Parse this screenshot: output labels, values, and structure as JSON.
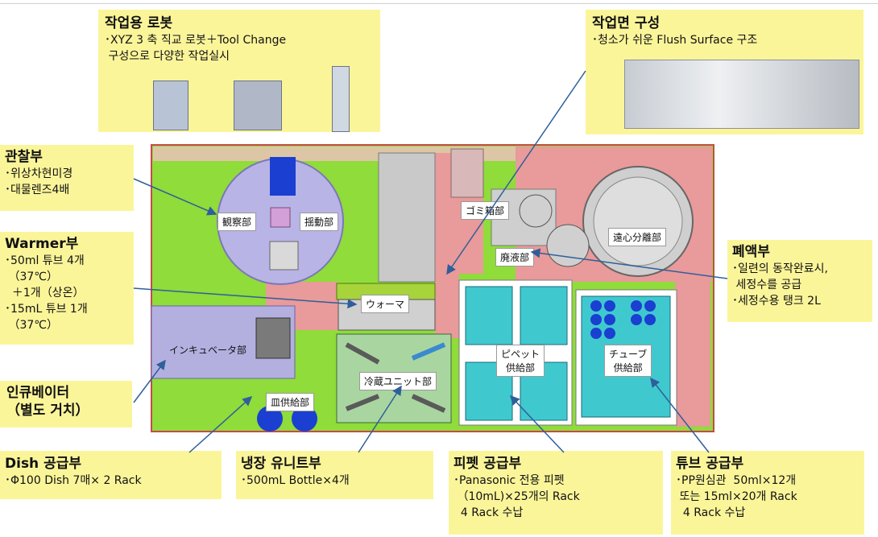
{
  "callouts": {
    "robot": {
      "title": "작업용 로봇",
      "body": "･XYZ 3 축 직교 로봇＋Tool Change\n 구성으로 다양한 작업실시"
    },
    "surface": {
      "title": "작업면 구성",
      "body": "･청소가 쉬운 Flush Surface 구조"
    },
    "observe": {
      "title": "관찰부",
      "body": "･위상차현미경\n･대물렌즈4배"
    },
    "warmer": {
      "title": "Warmer부",
      "body": "･50ml 튜브 4개\n （37℃）\n  ＋1개（상온）\n･15mL 튜브 1개\n （37℃）"
    },
    "incubator": {
      "title": "인큐베이터\n（별도 거치）"
    },
    "waste": {
      "title": "폐액부",
      "body": "･일련의 동작완료시,\n 세정수를 공급\n･세정수용 탱크 2L"
    },
    "dish": {
      "title": "Dish 공급부",
      "body": "･Φ100 Dish 7매× 2 Rack"
    },
    "fridge": {
      "title": "냉장 유니트부",
      "body": "･500mL Bottle×4개"
    },
    "pipette": {
      "title": "피펫 공급부",
      "body": "･Panasonic 전용 피펫\n （10mL)×25개의 Rack\n  4 Rack 수납"
    },
    "tube": {
      "title": "튜브 공급부",
      "body": "･PP원심관  50ml×12개\n 또는 15ml×20개 Rack\n  4 Rack 수납"
    }
  },
  "labels": {
    "observe": "観察部",
    "shake": "揺動部",
    "trash": "ゴミ箱部",
    "waste": "廃液部",
    "centrifuge": "遠心分離部",
    "warmer": "ウォーマ",
    "incubator": "インキュベータ部",
    "fridge": "冷蔵ユニット部",
    "dish": "皿供給部",
    "pipette": "ピペット\n供給部",
    "tube": "チューブ\n供給部"
  },
  "colors": {
    "callout_bg": "#fbf59a",
    "green": "#8fdc3a",
    "pink": "#e99a9a",
    "lavender": "#b8b4e6",
    "cyan": "#3fc9cf",
    "blue_dot": "#1a3fd1",
    "connector": "#2f5f9a"
  }
}
